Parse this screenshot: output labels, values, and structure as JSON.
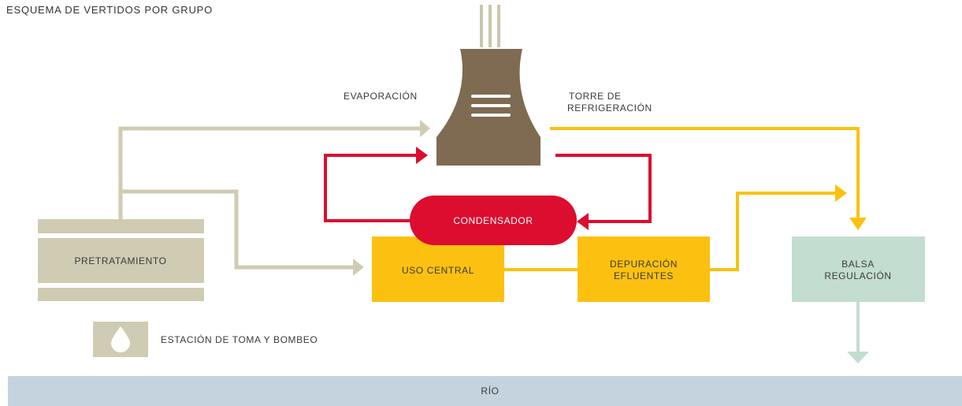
{
  "title": "ESQUEMA DE VERTIDOS POR GRUPO",
  "labels": {
    "evaporacion": "EVAPORACIÓN",
    "torre_line1": "TORRE DE",
    "torre_line2": "REFRIGERACIÓN",
    "condensador": "CONDENSADOR",
    "pretratamiento": "PRETRATAMIENTO",
    "uso_central": "USO CENTRAL",
    "depuracion_line1": "DEPURACIÓN",
    "depuracion_line2": "EFLUENTES",
    "balsa_line1": "BALSA",
    "balsa_line2": "REGULACIÓN",
    "estacion": "ESTACIÓN DE TOMA Y BOMBEO",
    "rio": "RÍO"
  },
  "icons": {
    "tower": "cooling-tower-icon",
    "drop": "water-drop-icon",
    "steam": "steam-lines-icon"
  },
  "colors": {
    "beige": "#d0ccb3",
    "tower": "#7f6b52",
    "red": "#dc0d2e",
    "yellow": "#fcc110",
    "green": "#c3ddd0",
    "river": "#c5d3df",
    "steam": "#cac6ad"
  }
}
